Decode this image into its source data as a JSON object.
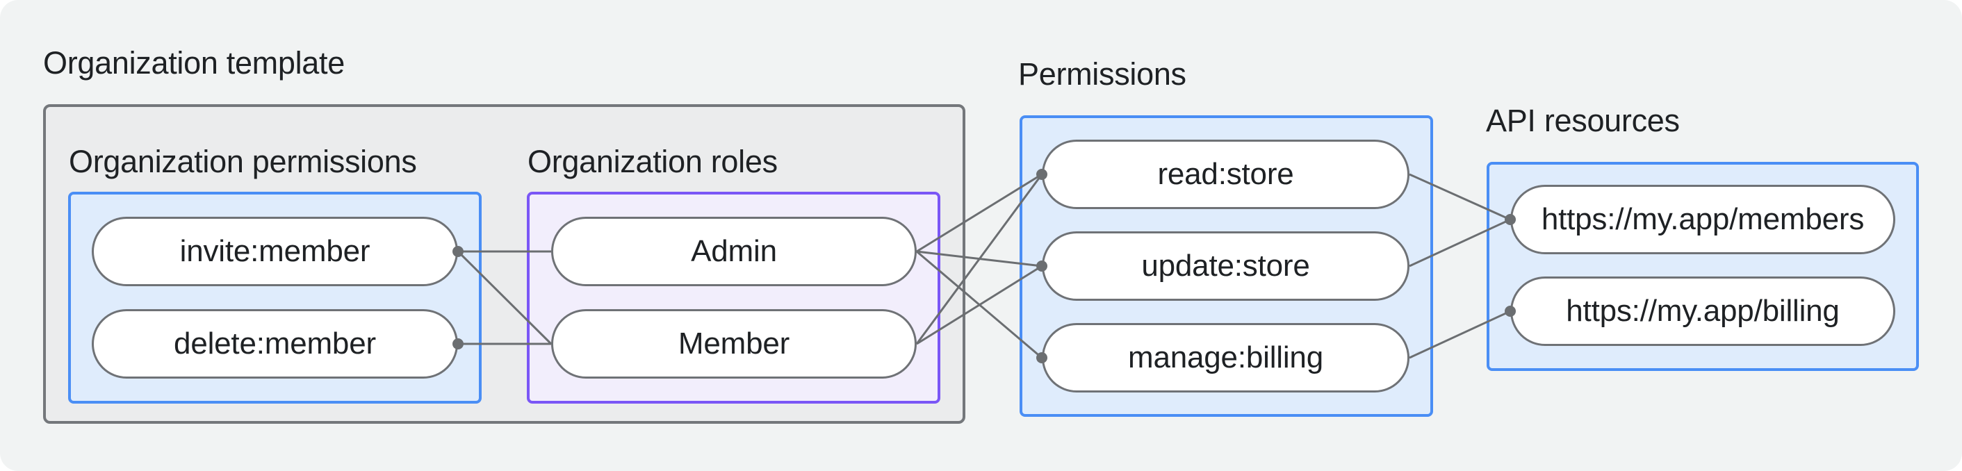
{
  "colors": {
    "background": "#f1f3f3",
    "template_box_fill": "#ebeced",
    "template_box_border": "#74777b",
    "blue_accent": "#4a8ef5",
    "blue_fill": "#dfecfc",
    "purple_accent": "#7a56f6",
    "purple_fill": "#f2eefc",
    "node_border": "#6f7276",
    "connector": "#6b6e71",
    "text": "#1e2124"
  },
  "labels": {
    "organization_template": "Organization template",
    "organization_permissions": "Organization permissions",
    "organization_roles": "Organization roles",
    "permissions": "Permissions",
    "api_resources": "API resources"
  },
  "nodes": {
    "invite": {
      "label": "invite:member"
    },
    "delete": {
      "label": "delete:member"
    },
    "admin": {
      "label": "Admin"
    },
    "member": {
      "label": "Member"
    },
    "read": {
      "label": "read:store"
    },
    "update": {
      "label": "update:store"
    },
    "manage": {
      "label": "manage:billing"
    },
    "members_api": {
      "label": "https://my.app/members"
    },
    "billing_api": {
      "label": "https://my.app/billing"
    }
  },
  "edges": [
    {
      "from": "invite",
      "to": "admin"
    },
    {
      "from": "invite",
      "to": "member"
    },
    {
      "from": "delete",
      "to": "member"
    },
    {
      "from": "admin",
      "to": "read"
    },
    {
      "from": "admin",
      "to": "update"
    },
    {
      "from": "admin",
      "to": "manage"
    },
    {
      "from": "member",
      "to": "read"
    },
    {
      "from": "member",
      "to": "update"
    },
    {
      "from": "read",
      "to": "members_api"
    },
    {
      "from": "update",
      "to": "members_api"
    },
    {
      "from": "manage",
      "to": "billing_api"
    }
  ]
}
